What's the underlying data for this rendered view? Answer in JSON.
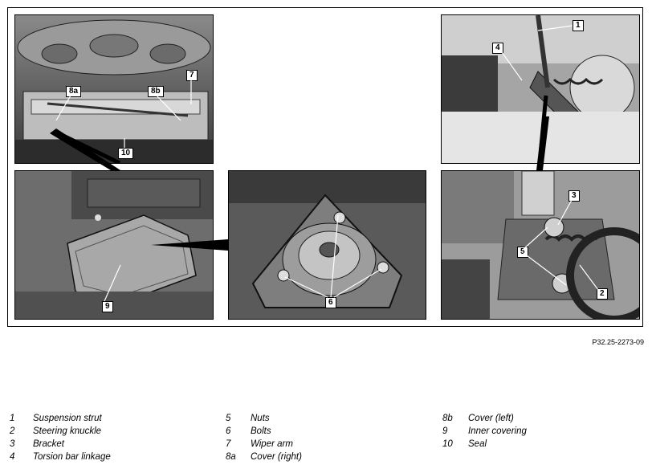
{
  "figure_code": "P32.25-2273-09",
  "callouts": {
    "c1": "1",
    "c2": "2",
    "c3": "3",
    "c4": "4",
    "c5": "5",
    "c6": "6",
    "c7": "7",
    "c8a": "8a",
    "c8b": "8b",
    "c9": "9",
    "c10": "10"
  },
  "legend": {
    "columns": [
      [
        {
          "num": "1",
          "label": "Suspension strut"
        },
        {
          "num": "2",
          "label": "Steering knuckle"
        },
        {
          "num": "3",
          "label": "Bracket"
        },
        {
          "num": "4",
          "label": "Torsion bar linkage"
        }
      ],
      [
        {
          "num": "5",
          "label": "Nuts"
        },
        {
          "num": "6",
          "label": "Bolts"
        },
        {
          "num": "7",
          "label": "Wiper arm"
        },
        {
          "num": "8a",
          "label": "Cover (right)"
        }
      ],
      [
        {
          "num": "8b",
          "label": "Cover (left)"
        },
        {
          "num": "9",
          "label": "Inner covering"
        },
        {
          "num": "10",
          "label": "Seal"
        }
      ]
    ]
  }
}
